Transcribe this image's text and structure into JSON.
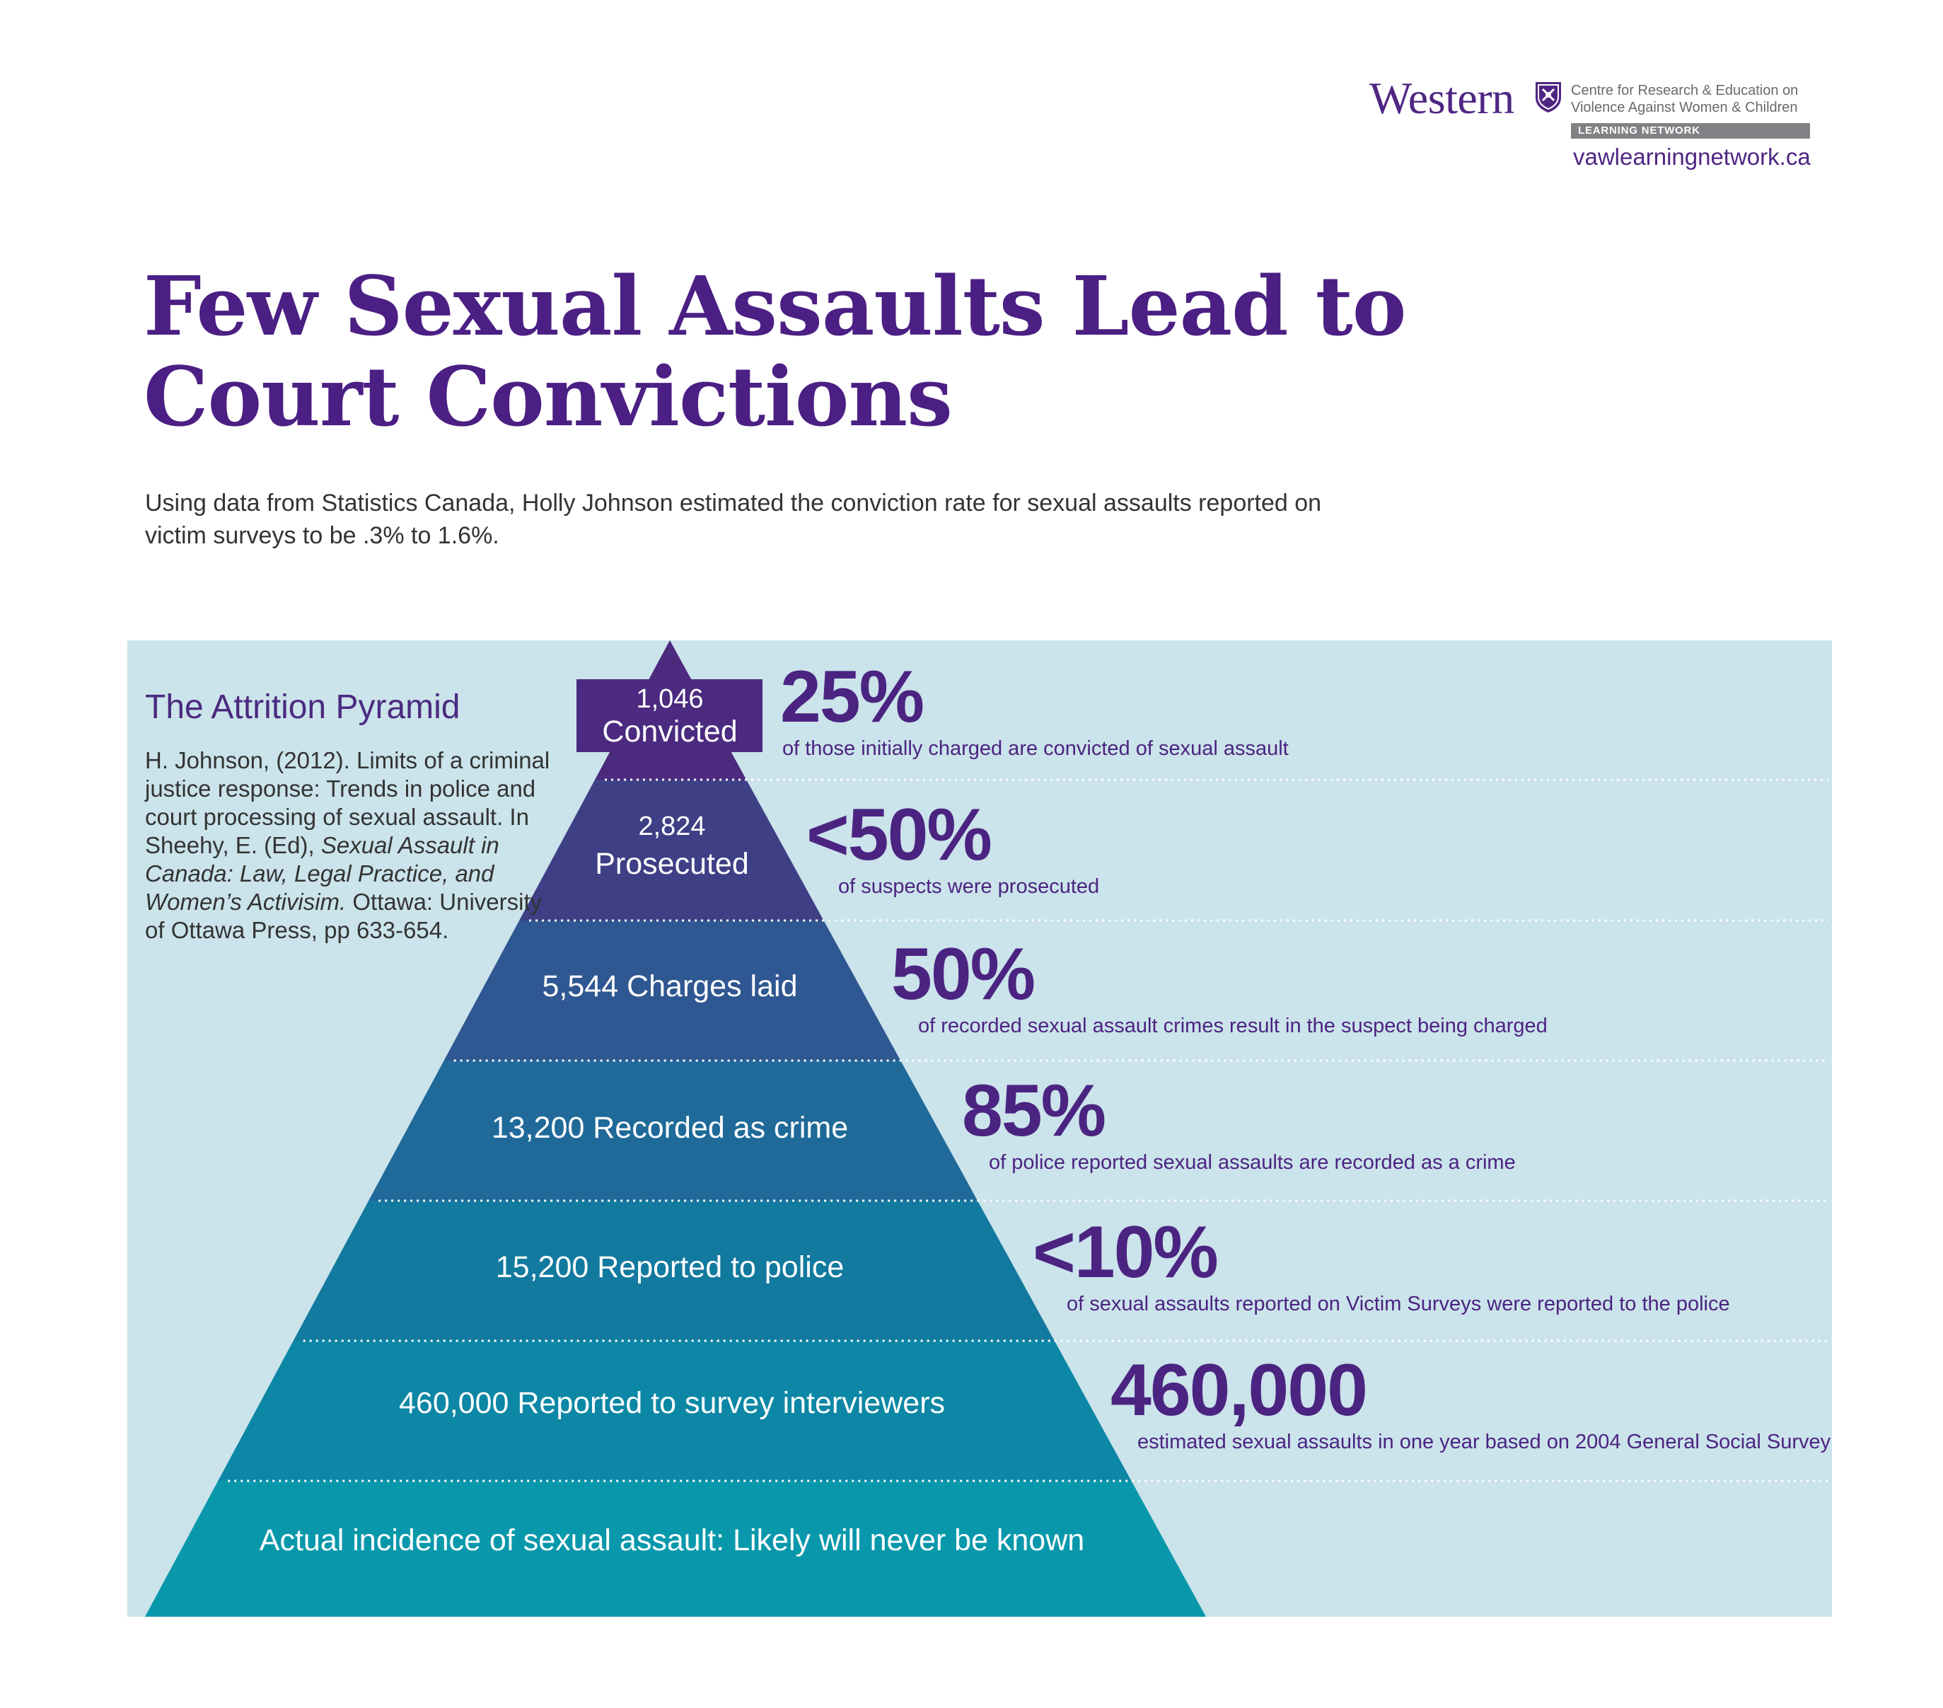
{
  "header": {
    "logo_word": "Western",
    "org_line1": "Centre for Research & Education on",
    "org_line2": "Violence Against Women & Children",
    "network": "LEARNING NETWORK",
    "url": "vawlearningnetwork.ca"
  },
  "title": "Few Sexual Assaults Lead to Court Convictions",
  "subtitle": "Using data from Statistics Canada, Holly Johnson estimated the conviction rate for sexual assaults reported on victim surveys to be .3% to 1.6%.",
  "sidebar": {
    "heading": "The Attrition Pyramid",
    "ref_1": "H. Johnson, (2012). Limits of a criminal justice response: Trends in police and court processing of sexual assault. In Sheehy, E. (Ed), ",
    "ref_italic": "Sexual Assault in Canada: Law, Legal Practice, and Women’s Activisim.",
    "ref_2": " Ottawa: University of Ottawa Press, pp 633-654."
  },
  "pyramid": {
    "tiers": [
      {
        "line1": "1,046",
        "line2": "Convicted"
      },
      {
        "line1": "2,824",
        "line2": "Prosecuted"
      },
      {
        "line1": "5,544 Charges laid"
      },
      {
        "line1": "13,200 Recorded as crime"
      },
      {
        "line1": "15,200 Reported to police"
      },
      {
        "line1": "460,000 Reported to survey interviewers"
      },
      {
        "line1": "Actual incidence of sexual assault: Likely will never be known"
      }
    ],
    "colors": [
      "#4c2a7d",
      "#3e3f85",
      "#2f5791",
      "#1f6a99",
      "#12799f",
      "#0c87a5",
      "#0998ab"
    ],
    "top_box_color": "#4b2a80",
    "panel_color": "#cbe3eb"
  },
  "stats": [
    {
      "big": "25%",
      "desc": "of those initially charged are convicted of sexual assault"
    },
    {
      "big": "<50%",
      "desc": "of suspects were prosecuted"
    },
    {
      "big": "50%",
      "desc": "of recorded sexual assault crimes result in the suspect being charged"
    },
    {
      "big": "85%",
      "desc": "of police reported sexual assaults are recorded as a crime"
    },
    {
      "big": "<10%",
      "desc": "of sexual assaults reported on Victim Surveys were reported to the police"
    },
    {
      "big": "460,000",
      "desc": "estimated sexual assaults in one year based on 2004 General Social Survey"
    }
  ]
}
